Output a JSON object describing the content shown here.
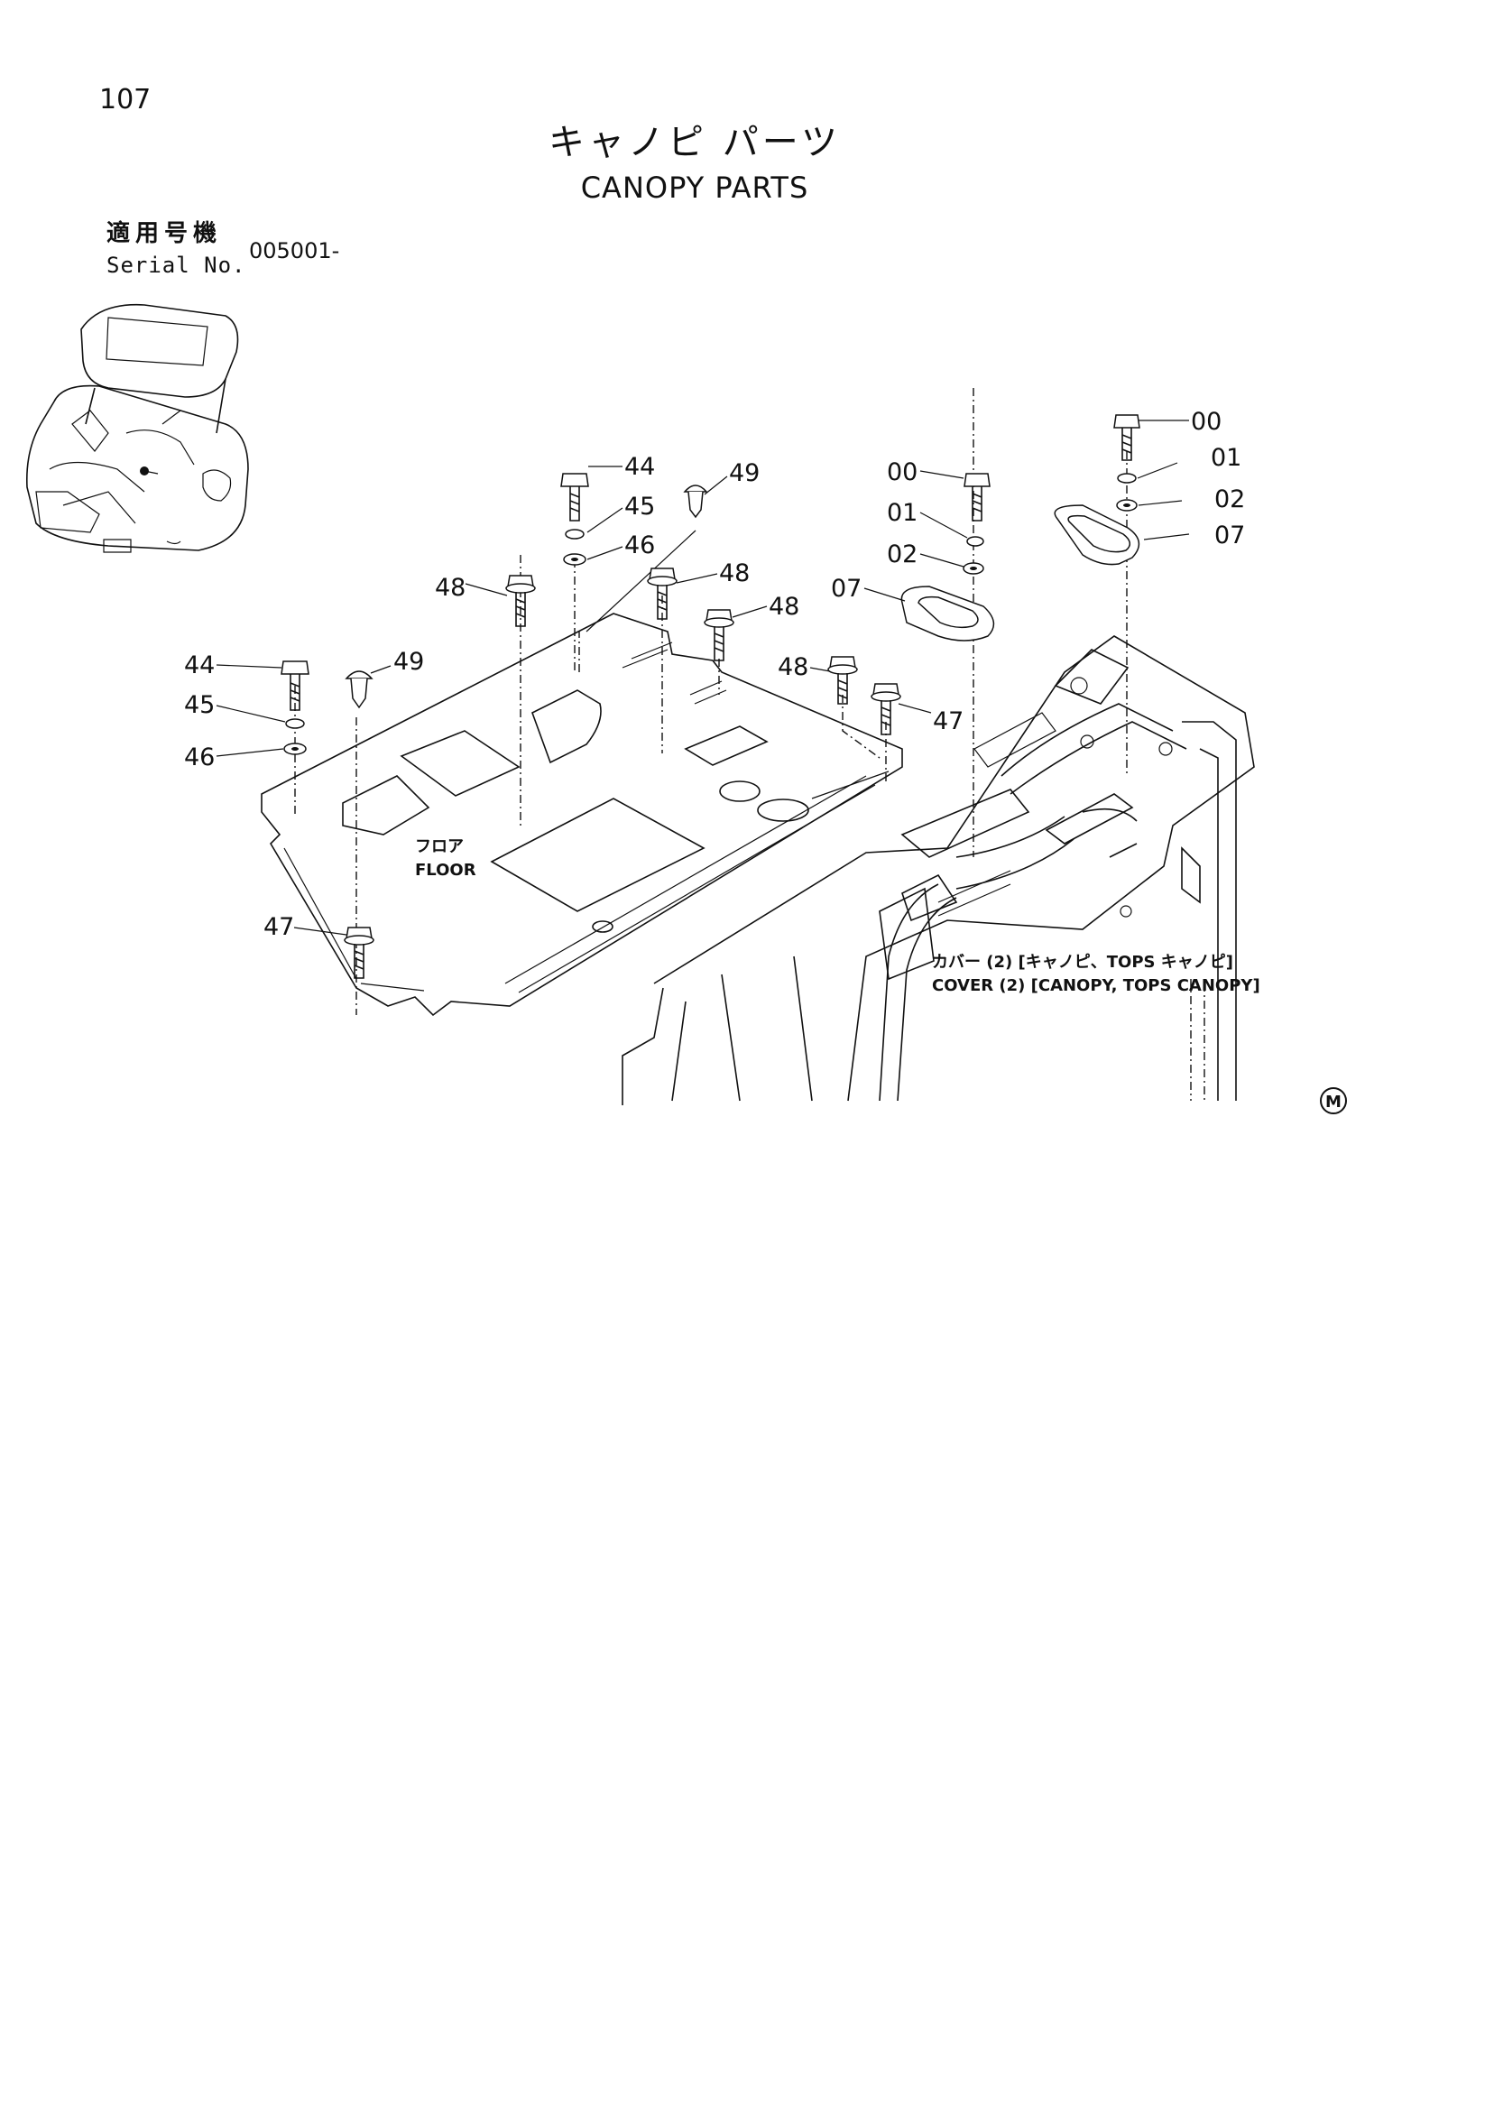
{
  "header": {
    "page_number": "107",
    "title_jp": "キャノピ パーツ",
    "title_en": "CANOPY PARTS"
  },
  "serial": {
    "label_jp": "適用号機",
    "label_en": "Serial No.",
    "value": "005001-"
  },
  "callouts": {
    "c00_top": "00",
    "c01_top": "01",
    "c02_top": "02",
    "c07_top": "07",
    "c00_mid": "00",
    "c01_mid": "01",
    "c02_mid": "02",
    "c07_mid": "07",
    "c44_top": "44",
    "c45_top": "45",
    "c46_top": "46",
    "c49_top": "49",
    "c48_a": "48",
    "c48_b": "48",
    "c48_c": "48",
    "c48_d": "48",
    "c47_right": "47",
    "c44_left": "44",
    "c45_left": "45",
    "c46_left": "46",
    "c49_left": "49",
    "c47_left": "47"
  },
  "labels": {
    "floor_jp": "フロア",
    "floor_en": "FLOOR",
    "cover_jp": "カバー (2) [キャノピ、TOPS キャノピ]",
    "cover_en": "COVER (2) [CANOPY, TOPS CANOPY]",
    "model_mark": "M"
  }
}
